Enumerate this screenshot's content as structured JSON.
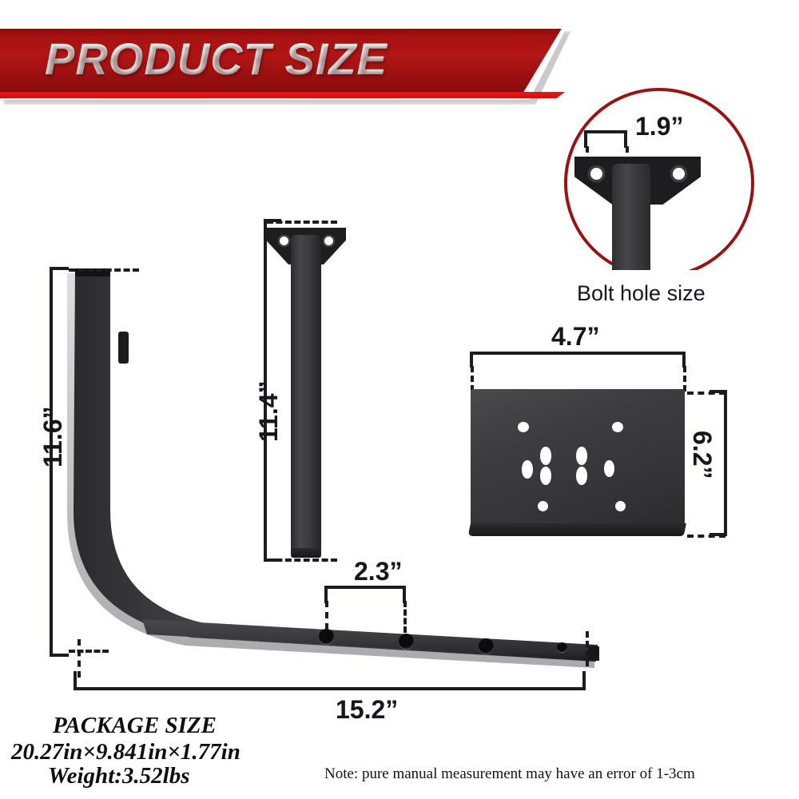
{
  "banner": {
    "title": "PRODUCT SIZE",
    "color_dark": "#8e0b0b",
    "color_mid": "#b21515",
    "color_stripe": "#ef1414"
  },
  "callout": {
    "label": "Bolt hole size",
    "dimension": "1.9”",
    "circle_color": "#9b1212",
    "bolt_holes": 2
  },
  "plate": {
    "width_label": "4.7”",
    "height_label": "6.2”"
  },
  "vertical_bracket": {
    "height_label": "11.4”"
  },
  "main_bracket": {
    "height_label": "11.6”",
    "length_label": "15.2”",
    "hole_spacing_label": "2.3”"
  },
  "package": {
    "title": "PACKAGE SIZE",
    "dimensions": "20.27in×9.841in×1.77in",
    "weight": "Weight:3.52lbs"
  },
  "note": {
    "text": "Note: pure manual measurement may have an error of 1-3cm"
  }
}
